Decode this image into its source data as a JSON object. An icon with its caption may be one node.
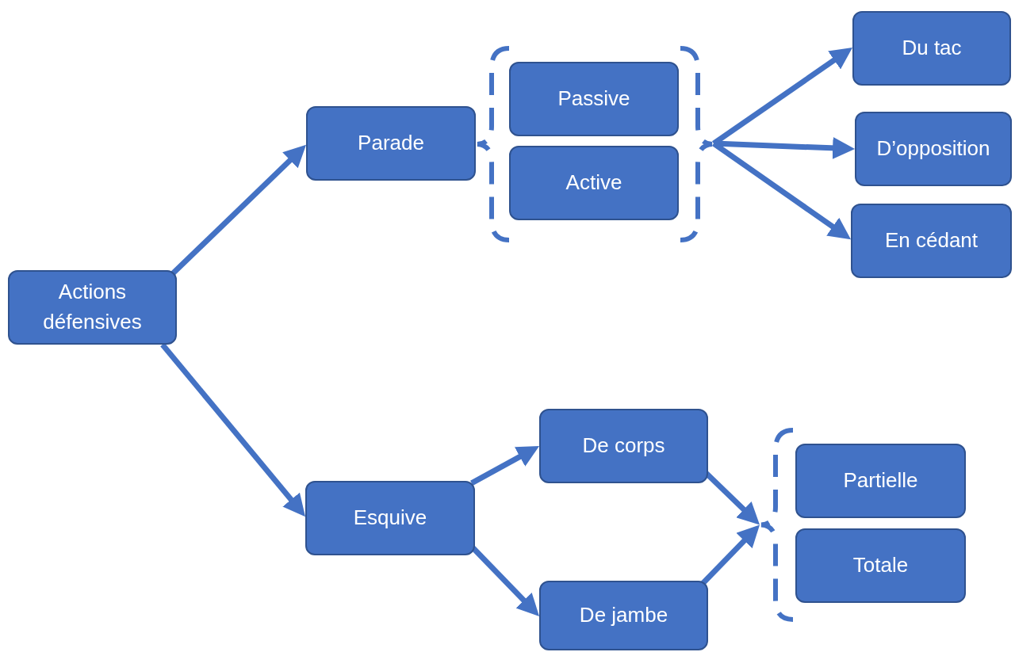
{
  "diagram": {
    "nodes": [
      {
        "text": [
          "Actions défensives"
        ]
      },
      {
        "text": [
          "Parade"
        ]
      },
      {
        "text": [],
        "shape": "bracket"
      },
      {
        "text": [
          "Passive"
        ],
        "in": 2
      },
      {
        "text": [
          "Active"
        ],
        "in": 2
      },
      {
        "text": [
          "Du tac"
        ]
      },
      {
        "text": [
          "D’opposition"
        ]
      },
      {
        "text": [
          "En cédant"
        ]
      },
      {
        "text": [
          "Esquive"
        ]
      },
      {
        "text": [
          "De corps"
        ]
      },
      {
        "text": [
          "De jambe"
        ]
      },
      {
        "text": [],
        "shape": "bracket"
      },
      {
        "text": [
          "Partielle"
        ],
        "in": 11
      },
      {
        "text": [
          "Totale"
        ],
        "in": 11
      }
    ],
    "edges": [
      {
        "from": 0,
        "to": 1,
        "arrow": "to"
      },
      {
        "from": 0,
        "to": 8,
        "arrow": "to"
      },
      {
        "from": 2,
        "to": 5,
        "arrow": "to"
      },
      {
        "from": 2,
        "to": 6,
        "arrow": "to"
      },
      {
        "from": 2,
        "to": 7,
        "arrow": "to"
      },
      {
        "from": 8,
        "to": 9,
        "arrow": "to"
      },
      {
        "from": 8,
        "to": 10,
        "arrow": "to"
      },
      {
        "from": 9,
        "to": 11,
        "arrow": "to"
      },
      {
        "from": 10,
        "to": 11,
        "arrow": "to"
      }
    ]
  }
}
